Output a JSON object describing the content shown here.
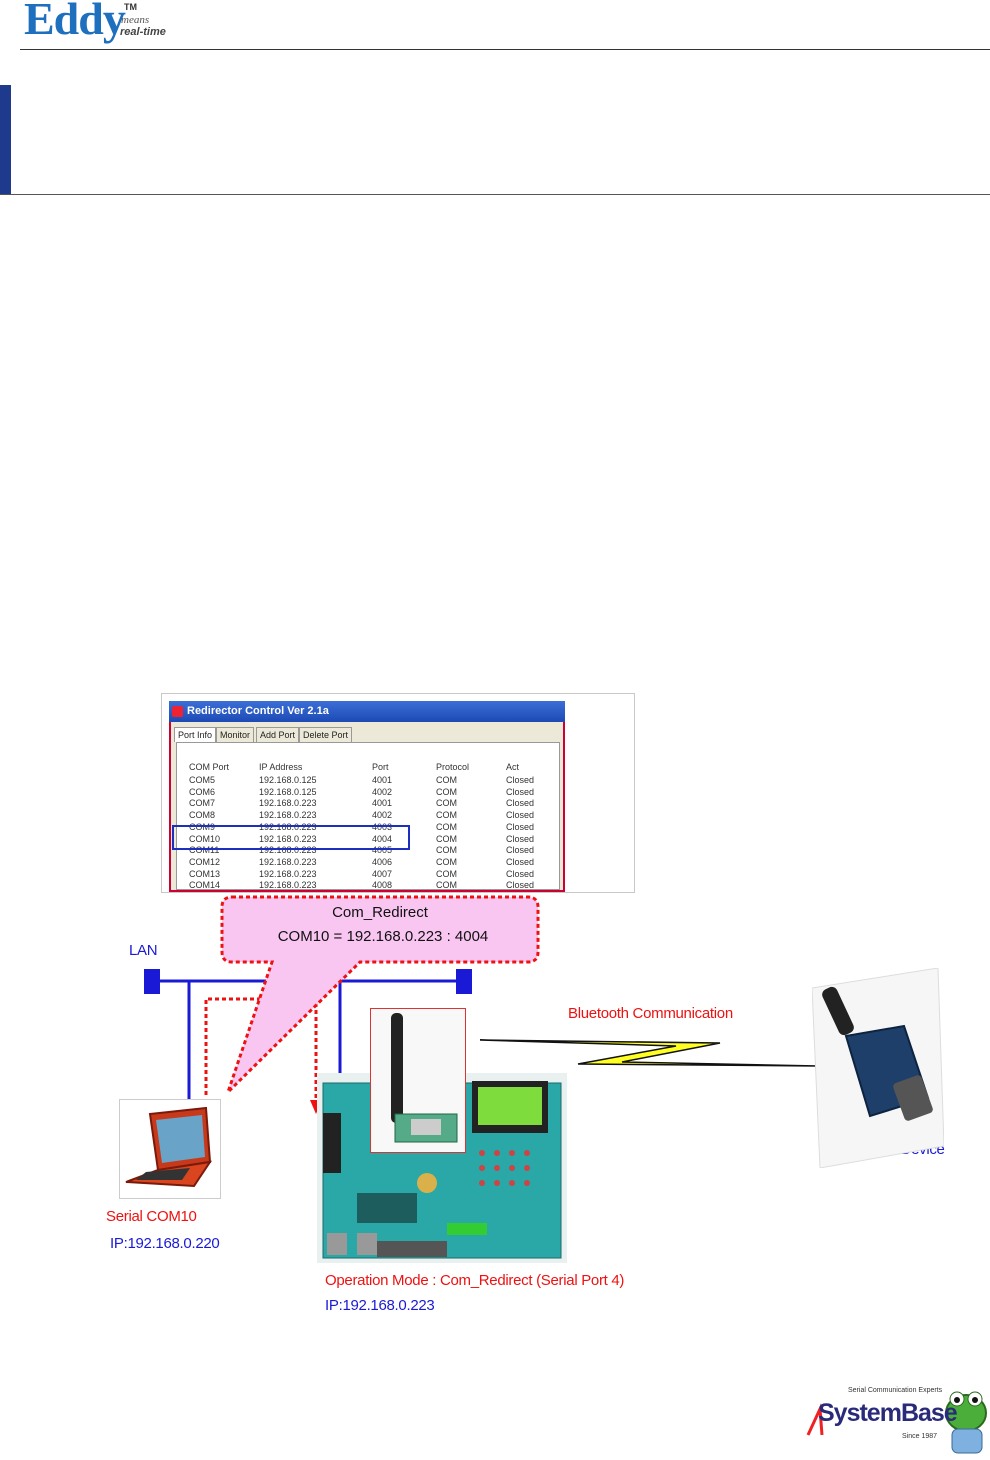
{
  "header": {
    "logo_word": "Eddy",
    "logo_tm": "TM",
    "logo_means": "means",
    "logo_realtime": "real-time"
  },
  "redirector": {
    "title": "Redirector Control Ver 2.1a",
    "tabs": [
      "Port Info",
      "Monitor",
      "Add Port",
      "Delete Port"
    ],
    "columns": [
      "COM Port",
      "IP Address",
      "Port",
      "Protocol",
      "Act"
    ],
    "rows": [
      [
        "COM5",
        "192.168.0.125",
        "4001",
        "COM",
        "Closed"
      ],
      [
        "COM6",
        "192.168.0.125",
        "4002",
        "COM",
        "Closed"
      ],
      [
        "COM7",
        "192.168.0.223",
        "4001",
        "COM",
        "Closed"
      ],
      [
        "COM8",
        "192.168.0.223",
        "4002",
        "COM",
        "Closed"
      ],
      [
        "COM9",
        "192.168.0.223",
        "4003",
        "COM",
        "Closed"
      ],
      [
        "COM10",
        "192.168.0.223",
        "4004",
        "COM",
        "Closed"
      ],
      [
        "COM11",
        "192.168.0.223",
        "4005",
        "COM",
        "Closed"
      ],
      [
        "COM12",
        "192.168.0.223",
        "4006",
        "COM",
        "Closed"
      ],
      [
        "COM13",
        "192.168.0.223",
        "4007",
        "COM",
        "Closed"
      ],
      [
        "COM14",
        "192.168.0.223",
        "4008",
        "COM",
        "Closed"
      ]
    ]
  },
  "callout": {
    "title": "Com_Redirect",
    "mapping": "COM10 = 192.168.0.223 : 4004"
  },
  "diagram": {
    "lan": "LAN",
    "bluetooth_comm": "Bluetooth Communication",
    "bluetooth_device": "Bluetooth Device",
    "pc_serial": "Serial COM10",
    "pc_ip": "IP:192.168.0.220",
    "board_mode": "Operation Mode : Com_Redirect (Serial Port 4)",
    "board_ip": "IP:192.168.0.223"
  },
  "footer": {
    "tagline": "Serial Communication Experts",
    "brand": "SystemBase",
    "since": "Since 1987"
  },
  "colors": {
    "accent_blue": "#1e3a8c",
    "lan_blue": "#1a1ad6",
    "callout_pink": "#f9c6f2",
    "callout_border": "#e11111",
    "bolt_yellow": "#ffff22"
  }
}
